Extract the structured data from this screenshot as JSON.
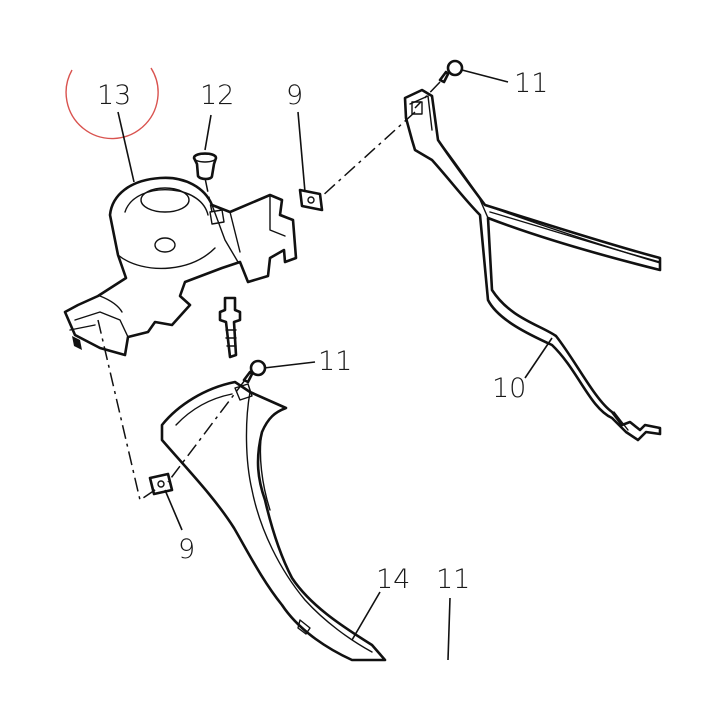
{
  "callouts": {
    "c13": "13",
    "c12": "12",
    "c9_top": "9",
    "c11_top": "11",
    "c11_mid": "11",
    "c10": "10",
    "c9_bottom": "9",
    "c14": "14",
    "c11_bottom": "11"
  },
  "highlight": {
    "target": "13",
    "color": "#d9534f"
  }
}
